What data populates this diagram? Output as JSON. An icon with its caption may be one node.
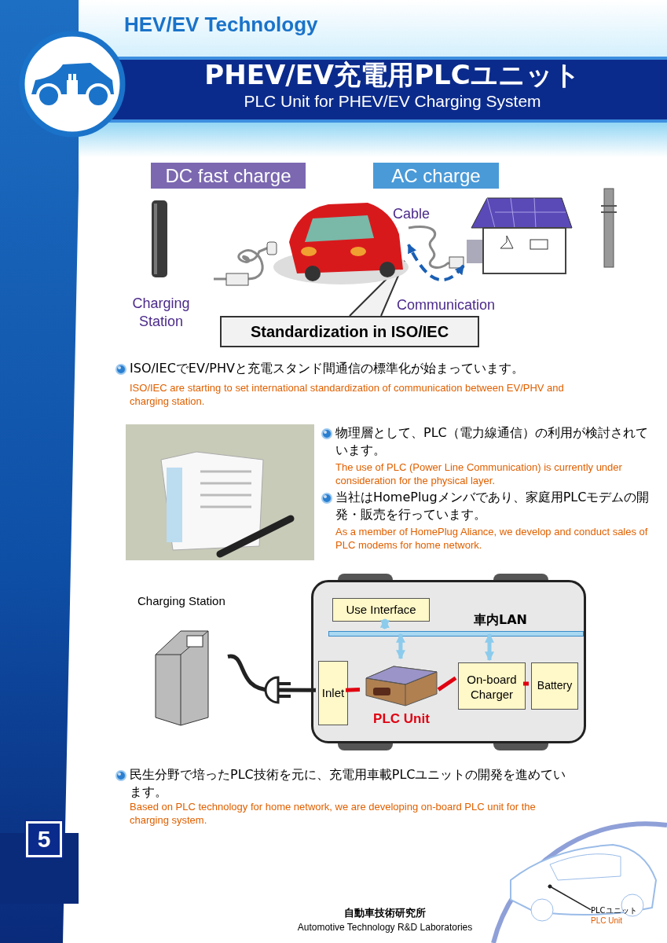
{
  "diagram": {
    "title": "PHEV/EV充電用PLCユニット",
    "nodes": [
      {
        "text": [
          "DC fast charge"
        ]
      },
      {
        "text": [
          "AC charge"
        ]
      },
      {
        "text": [],
        "shape": "picture",
        "beside": [
          "Charging Station"
        ]
      },
      {
        "text": [],
        "shape": "picture"
      },
      {
        "text": [],
        "shape": "picture"
      },
      {
        "text": [
          "Standardization in ISO/IEC"
        ]
      },
      {
        "text": [],
        "shape": "picture",
        "beside": [
          "Charging Station"
        ]
      },
      {
        "text": [],
        "shape": "box"
      },
      {
        "text": [],
        "shape": "bar",
        "in": 7
      },
      {
        "text": [
          "Use Interface"
        ],
        "in": 7
      },
      {
        "text": [
          "Inlet"
        ],
        "in": 7
      },
      {
        "text": [
          "PLC Unit"
        ],
        "in": 7
      },
      {
        "text": [
          "On-board Charger"
        ],
        "in": 7
      },
      {
        "text": [
          "Battery"
        ],
        "in": 7
      },
      {
        "text": [
          "PLCユニット",
          "PLC Unit"
        ]
      }
    ],
    "edges": [
      {
        "from": 4,
        "to": 3,
        "arrow": "both",
        "label": "Communication",
        "style": "dashed",
        "color": "#1a5fb4"
      },
      {
        "from": 9,
        "to": 8,
        "arrow": "both",
        "color": "#8ccbec"
      },
      {
        "from": 11,
        "to": 8,
        "arrow": "both",
        "color": "#8ccbec"
      },
      {
        "from": 12,
        "to": 8,
        "arrow": "both",
        "color": "#8ccbec"
      },
      {
        "from": 10,
        "to": 11,
        "arrow": "none",
        "color": "#e00010"
      },
      {
        "from": 11,
        "to": 12,
        "arrow": "none",
        "color": "#e00010"
      },
      {
        "from": 12,
        "to": 13,
        "arrow": "none",
        "color": "#e00010"
      },
      {
        "from": 6,
        "to": 10,
        "arrow": "none",
        "color": "#222222"
      },
      {
        "from": 14,
        "to": null,
        "arrow": "other",
        "color": "#222222"
      }
    ],
    "labels": [
      "HEV/EV Technology",
      "PLC Unit for PHEV/EV Charging System",
      "Cable",
      "ISO/IECでEV/PHVと充電スタンド間通信の標準化が始まっています。",
      "ISO/IEC are starting to set international standardization of communication between EV/PHV and charging station.",
      "物理層として、PLC（電力線通信）の利用が検討されています。",
      "The use of PLC (Power Line Communication) is currently under consideration for the physical layer.",
      "当社はHomePlugメンバであり、家庭用PLCモデムの開発・販売を行っています。",
      "As a member of HomePlug Aliance, we develop and conduct sales of PLC modems for home network.",
      "車内LAN",
      "民生分野で培ったPLC技術を元に、充電用車載PLCユニットの開発を進めています。",
      "Based on PLC technology for home network, we are developing on-board PLC unit for the charging system.",
      "5",
      "自動車技術研究所",
      "Automotive Technology R&D Laboratories"
    ]
  }
}
